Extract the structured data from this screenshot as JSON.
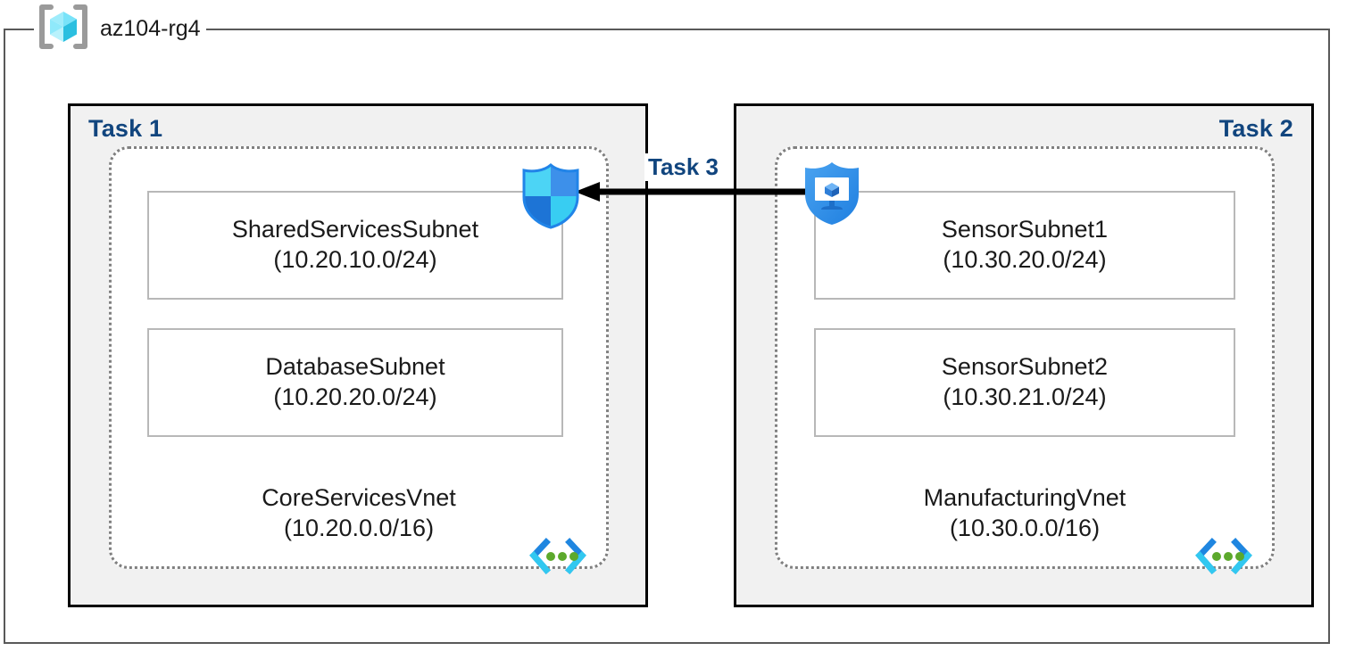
{
  "resource_group": {
    "icon": "resource-group-cube-icon",
    "name": "az104-rg4"
  },
  "accent_colors": {
    "task_label": "#11457e",
    "rg_border": "#595959",
    "task_border": "#000000",
    "task_fill": "#f1f1f1",
    "vnet_dotted_border": "#808080",
    "subnet_border": "#b8b8b8",
    "arrow": "#000000",
    "vnet_icon_bracket_dark": "#1f86e0",
    "vnet_icon_bracket_light": "#32c8f0",
    "vnet_icon_dot": "#5ca92c",
    "nsg_shield_light": "#50d9f8",
    "nsg_shield_dark": "#1b8ae8",
    "asg_shield_blue": "#2e8cea",
    "cube_light": "#7fe6f7",
    "cube_dark": "#1fb8d8"
  },
  "tasks": [
    {
      "id": "task-1",
      "label": "Task 1",
      "align": "left",
      "vnet": {
        "name": "CoreServicesVnet",
        "cidr": "(10.20.0.0/16)",
        "icon": "vnet-icon",
        "subnets": [
          {
            "name": "SharedServicesSubnet",
            "cidr": "(10.20.10.0/24)"
          },
          {
            "name": "DatabaseSubnet",
            "cidr": "(10.20.20.0/24)"
          }
        ]
      }
    },
    {
      "id": "task-2",
      "label": "Task 2",
      "align": "right",
      "vnet": {
        "name": "ManufacturingVnet",
        "cidr": "(10.30.0.0/16)",
        "icon": "vnet-icon",
        "subnets": [
          {
            "name": "SensorSubnet1",
            "cidr": "(10.30.20.0/24)"
          },
          {
            "name": "SensorSubnet2",
            "cidr": "(10.30.21.0/24)"
          }
        ]
      }
    }
  ],
  "connector": {
    "label": "Task 3",
    "direction": "right-to-left",
    "source_icon": "application-security-group-shield-icon",
    "target_icon": "network-security-group-shield-icon"
  }
}
